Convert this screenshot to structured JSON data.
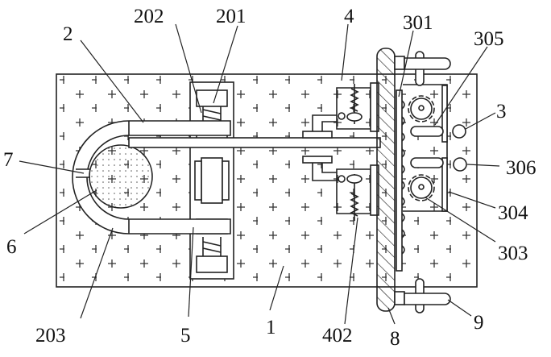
{
  "figure": {
    "labels": {
      "l1": "1",
      "l2": "2",
      "l3": "3",
      "l4": "4",
      "l5": "5",
      "l6": "6",
      "l7": "7",
      "l8": "8",
      "l9": "9",
      "l201": "201",
      "l202": "202",
      "l203": "203",
      "l301": "301",
      "l303": "303",
      "l304": "304",
      "l305": "305",
      "l306": "306",
      "l402": "402"
    },
    "colors": {
      "line": "#222222",
      "background": "#ffffff"
    }
  }
}
